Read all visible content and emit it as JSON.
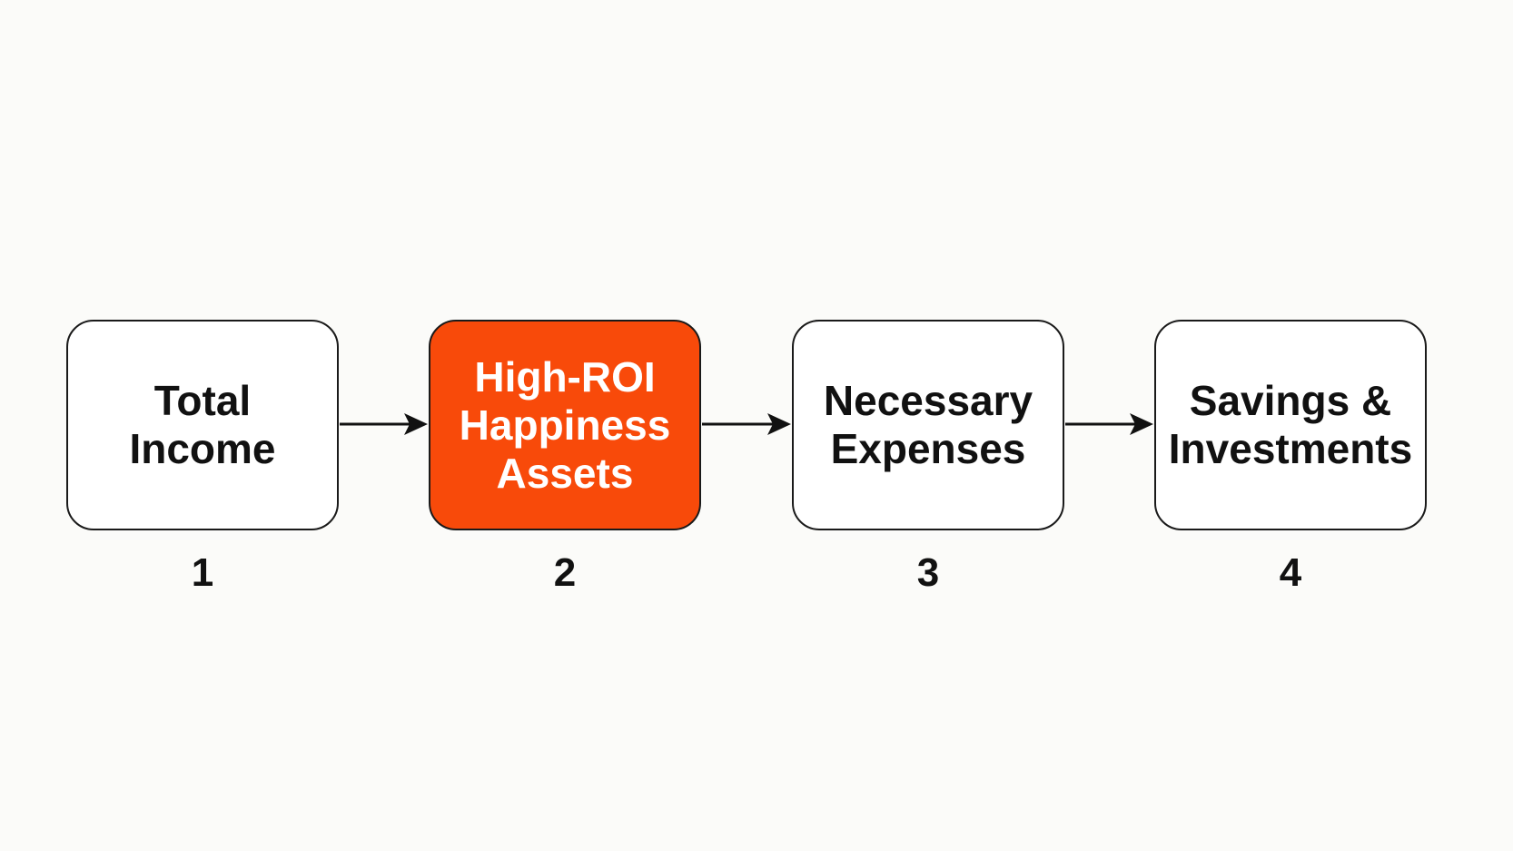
{
  "diagram": {
    "steps": [
      {
        "label": "Total\nIncome",
        "number": "1",
        "highlighted": false
      },
      {
        "label": "High-ROI\nHappiness\nAssets",
        "number": "2",
        "highlighted": true
      },
      {
        "label": "Necessary\nExpenses",
        "number": "3",
        "highlighted": false
      },
      {
        "label": "Savings &\nInvestments",
        "number": "4",
        "highlighted": false
      }
    ],
    "colors": {
      "highlight": "#f84a0a",
      "box_border": "#1a1a1a",
      "background": "#fbfbf9"
    }
  }
}
